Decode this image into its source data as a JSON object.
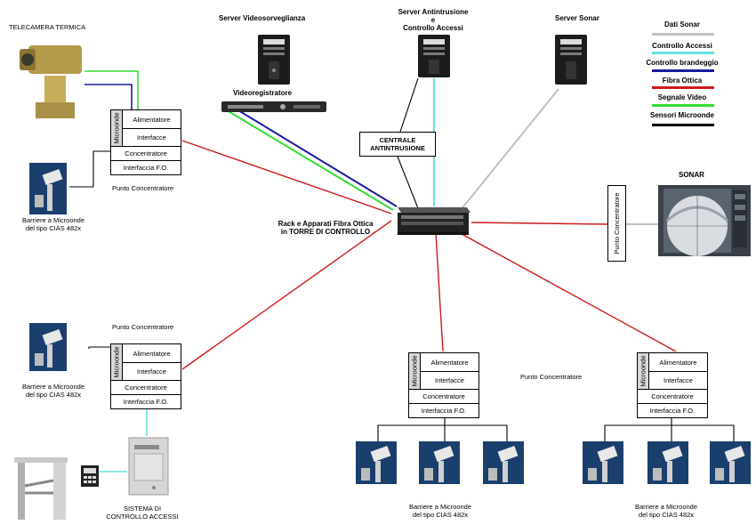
{
  "titles": {
    "thermal_camera": "TELECAMERA TERMICA",
    "server_video": "Server Videosorveglianza",
    "server_intrusion_1": "Server Antintrusione",
    "server_intrusion_2": "e",
    "server_intrusion_3": "Controllo Accessi",
    "server_sonar": "Server Sonar",
    "video_recorder": "Videoregistratore",
    "centrale": "CENTRALE ANTINTRUSIONE",
    "rack_1": "Rack e Apparati Fibra Ottica",
    "rack_2": "in TORRE DI CONTROLLO",
    "sonar": "SONAR",
    "access_system_1": "SISTEMA DI",
    "access_system_2": "CONTROLLO ACCESSI"
  },
  "legend": [
    {
      "label": "Dati Sonar",
      "color": "#c0c0c0"
    },
    {
      "label": "Controllo Accessi",
      "color": "#66e0e0"
    },
    {
      "label": "Controllo brandeggio",
      "color": "#1a1aa0"
    },
    {
      "label": "Fibra Ottica",
      "color": "#cc1a1a"
    },
    {
      "label": "Segnale Video",
      "color": "#33dd33"
    },
    {
      "label": "Sensori Microonde",
      "color": "#000000"
    }
  ],
  "concentrator": {
    "side_label": "Microonde",
    "power": "Alimentatore",
    "interfaces": "Interfacce",
    "concentrator": "Concentratore",
    "fo_interface": "Interfaccia F.O."
  },
  "punto_concentratore": "Punto Concentratore",
  "punto_concentratore_vertical": "Punto Concentratore",
  "barriers_1": "Barriere a Microonde",
  "barriers_2": "del tipo CIAS 482x"
}
